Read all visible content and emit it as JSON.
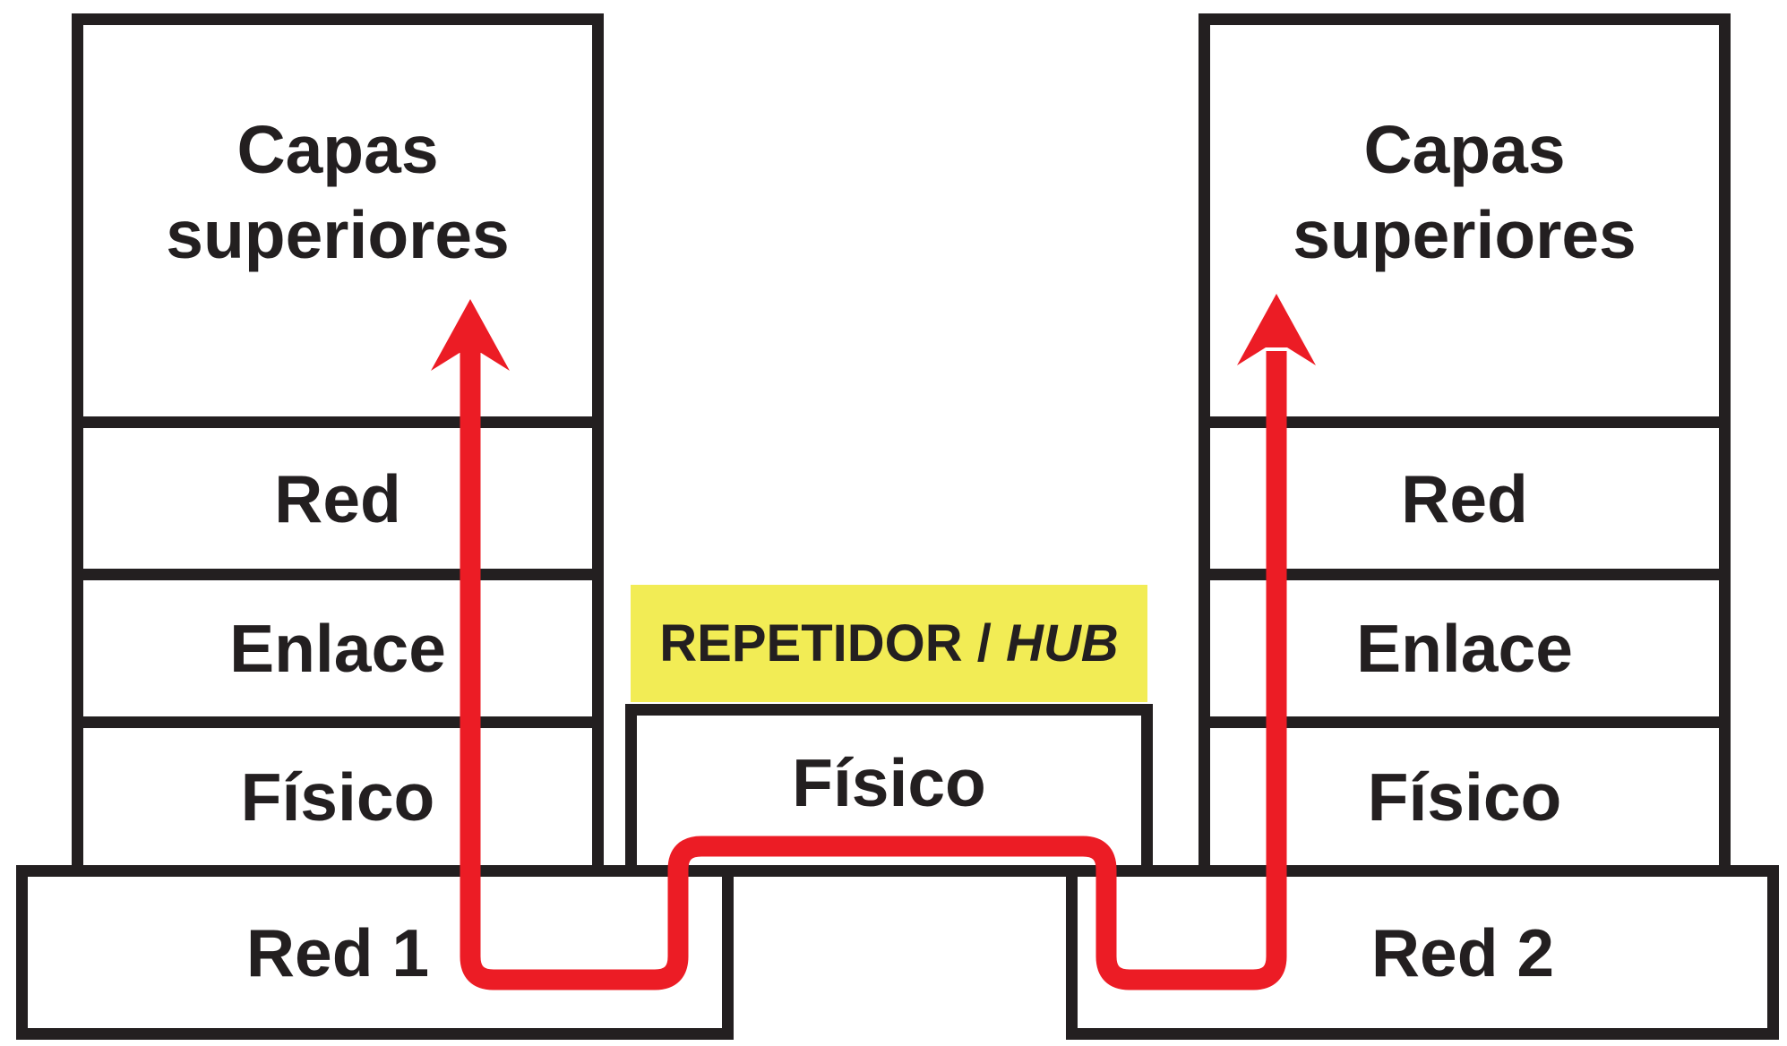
{
  "colors": {
    "ink": "#231F20",
    "red": "#EC1C25",
    "yellow": "#F2EC55"
  },
  "stacks": {
    "left": {
      "upper_line1": "Capas",
      "upper_line2": "superiores",
      "network_layer": "Red",
      "link_layer": "Enlace",
      "physical_layer": "Físico"
    },
    "right": {
      "upper_line1": "Capas",
      "upper_line2": "superiores",
      "network_layer": "Red",
      "link_layer": "Enlace",
      "physical_layer": "Físico"
    }
  },
  "hub": {
    "banner_bold": "REPETIDOR / ",
    "banner_italic": "HUB",
    "physical_layer": "Físico"
  },
  "networks": {
    "network1": "Red 1",
    "network2": "Red 2"
  }
}
